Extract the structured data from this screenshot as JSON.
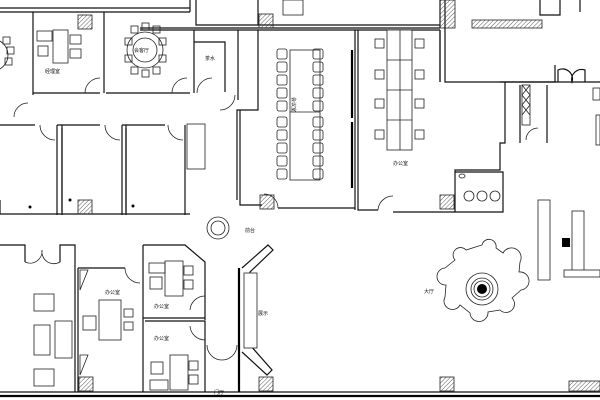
{
  "plan": {
    "labels": {
      "manager_office": "经理室",
      "reception_room": "会客厅",
      "tea_room": "茶水",
      "meeting_room": "会议室",
      "office_open": "办公室",
      "front_desk": "前台",
      "office_a": "办公室",
      "office_b": "办公室",
      "office_c": "办公室",
      "display": "展示",
      "lobby": "大厅",
      "entrance": "门厅"
    }
  }
}
